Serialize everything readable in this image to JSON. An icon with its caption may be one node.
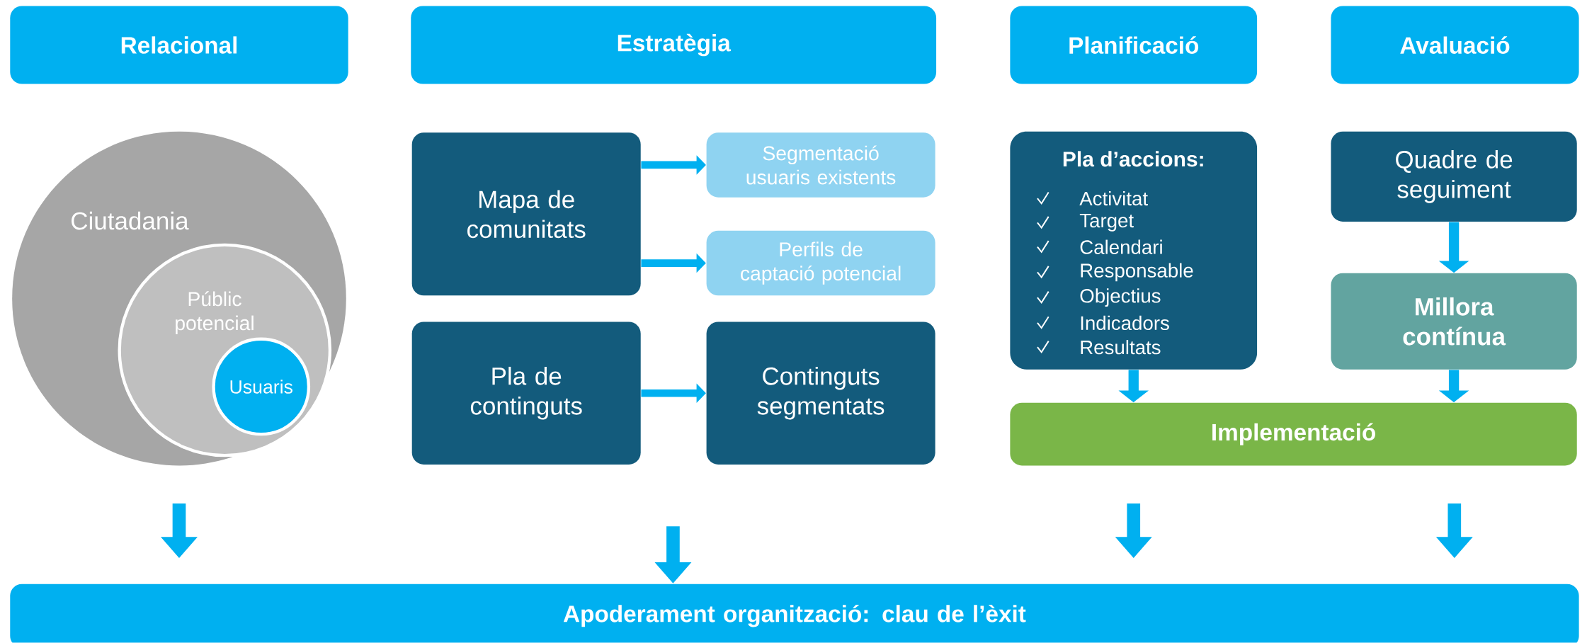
{
  "diagram": {
    "nodes": [
      {
        "text": [
          "Relacional"
        ]
      },
      {
        "text": [
          "Estratègia"
        ]
      },
      {
        "text": [
          "Planificació"
        ]
      },
      {
        "text": [
          "Avaluació"
        ]
      },
      {
        "text": [
          "Ciutadania"
        ]
      },
      {
        "text": [
          "Públic potencial"
        ],
        "in": 4
      },
      {
        "text": [
          "Usuaris"
        ],
        "in": 5
      },
      {
        "text": [
          "Mapa de comunitats"
        ]
      },
      {
        "text": [
          "Segmentació usuaris existents"
        ]
      },
      {
        "text": [
          "Perfils de captació potencial"
        ]
      },
      {
        "text": [
          "Pla de continguts"
        ]
      },
      {
        "text": [
          "Continguts segmentats"
        ]
      },
      {
        "text": [
          "Pla d’accions:",
          "Activitat",
          "Target",
          "Calendari",
          "Responsable",
          "Objectius",
          "Indicadors",
          "Resultats"
        ]
      },
      {
        "text": [
          "Quadre de seguiment"
        ]
      },
      {
        "text": [
          "Millora contínua"
        ]
      },
      {
        "text": [
          "Implementació"
        ]
      },
      {
        "text": [
          "Apoderament organització: clau de l’èxit"
        ]
      }
    ],
    "edges": [
      {
        "from": 7,
        "to": 8,
        "arrow": "to"
      },
      {
        "from": 7,
        "to": 9,
        "arrow": "to"
      },
      {
        "from": 10,
        "to": 11,
        "arrow": "to"
      },
      {
        "from": 12,
        "to": 15,
        "arrow": "to"
      },
      {
        "from": 13,
        "to": 14,
        "arrow": "to"
      },
      {
        "from": 14,
        "to": 15,
        "arrow": "to"
      },
      {
        "from": 4,
        "to": 16,
        "arrow": "to"
      },
      {
        "from": null,
        "to": 16,
        "arrow": "to"
      },
      {
        "from": 15,
        "to": 16,
        "arrow": "to"
      },
      {
        "from": 15,
        "to": 16,
        "arrow": "to"
      }
    ]
  }
}
